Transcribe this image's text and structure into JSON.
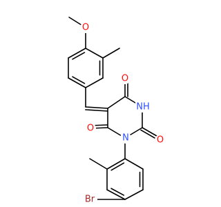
{
  "molecule": {
    "atoms": [
      {
        "id": "o_methoxy",
        "label": "O",
        "color": "#ff0d0d"
      },
      {
        "id": "o_c4",
        "label": "O",
        "color": "#ff0d0d"
      },
      {
        "id": "o_c2",
        "label": "O",
        "color": "#ff0d0d"
      },
      {
        "id": "o_c6",
        "label": "O",
        "color": "#ff0d0d"
      },
      {
        "id": "n3",
        "label": "NH",
        "color": "#3050f8"
      },
      {
        "id": "n1",
        "label": "N",
        "color": "#3050f8"
      },
      {
        "id": "br",
        "label": "Br",
        "color": "#a62929"
      }
    ]
  }
}
